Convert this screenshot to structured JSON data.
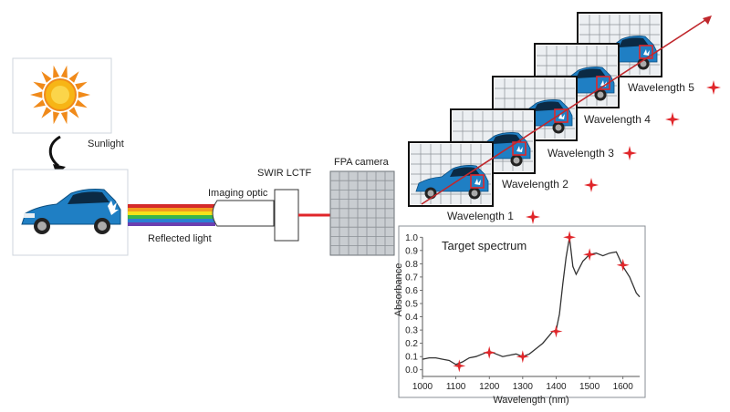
{
  "labels": {
    "sunlight": "Sunlight",
    "reflected_light": "Reflected light",
    "imaging_optic": "Imaging optic",
    "swir_lctf": "SWIR LCTF",
    "fpa_camera": "FPA camera"
  },
  "wavelength_frames": [
    {
      "label": "Wavelength 1"
    },
    {
      "label": "Wavelength 2"
    },
    {
      "label": "Wavelength 3"
    },
    {
      "label": "Wavelength 4"
    },
    {
      "label": "Wavelength 5"
    }
  ],
  "colors": {
    "marker": "#e0262a",
    "car_body": "#1f7fc4",
    "sun_core": "#f7b516",
    "sun_rays": "#f08a1a",
    "laser": "#e0262a",
    "rainbow": [
      "#d42a2a",
      "#f39a1e",
      "#f5e21a",
      "#3ab54a",
      "#2a7fd4",
      "#6a3fb0"
    ]
  },
  "chart_data": {
    "type": "line",
    "title": "Target spectrum",
    "xlabel": "Wavelength (nm)",
    "ylabel": "Absorbance",
    "xlim": [
      1000,
      1650
    ],
    "ylim": [
      -0.05,
      1.05
    ],
    "xticks": [
      1000,
      1100,
      1200,
      1300,
      1400,
      1500,
      1600
    ],
    "yticks": [
      0.0,
      0.1,
      0.2,
      0.3,
      0.4,
      0.5,
      0.6,
      0.7,
      0.8,
      0.9,
      1.0
    ],
    "ytick_labels": [
      "0.0",
      "0.1",
      "0.2",
      "0.3",
      "0.4",
      "0.5",
      "0.6",
      "0.7",
      "0.8",
      "0.9",
      "1.0"
    ],
    "series": [
      {
        "x": [
          1000,
          1020,
          1040,
          1060,
          1080,
          1100,
          1120,
          1140,
          1160,
          1180,
          1200,
          1220,
          1240,
          1260,
          1280,
          1300,
          1320,
          1340,
          1360,
          1380,
          1390,
          1400,
          1410,
          1420,
          1430,
          1440,
          1450,
          1460,
          1480,
          1500,
          1520,
          1540,
          1560,
          1580,
          1600,
          1620,
          1640,
          1650
        ],
        "y": [
          0.08,
          0.09,
          0.09,
          0.08,
          0.07,
          0.04,
          0.06,
          0.09,
          0.1,
          0.12,
          0.14,
          0.12,
          0.1,
          0.11,
          0.12,
          0.1,
          0.12,
          0.16,
          0.2,
          0.26,
          0.29,
          0.3,
          0.42,
          0.65,
          0.85,
          1.0,
          0.78,
          0.72,
          0.82,
          0.87,
          0.88,
          0.86,
          0.88,
          0.89,
          0.78,
          0.7,
          0.58,
          0.55
        ]
      }
    ],
    "markers": [
      {
        "x": 1110,
        "y": 0.03
      },
      {
        "x": 1200,
        "y": 0.13
      },
      {
        "x": 1300,
        "y": 0.1
      },
      {
        "x": 1400,
        "y": 0.29
      },
      {
        "x": 1440,
        "y": 1.0
      },
      {
        "x": 1500,
        "y": 0.87
      },
      {
        "x": 1600,
        "y": 0.79
      }
    ]
  }
}
